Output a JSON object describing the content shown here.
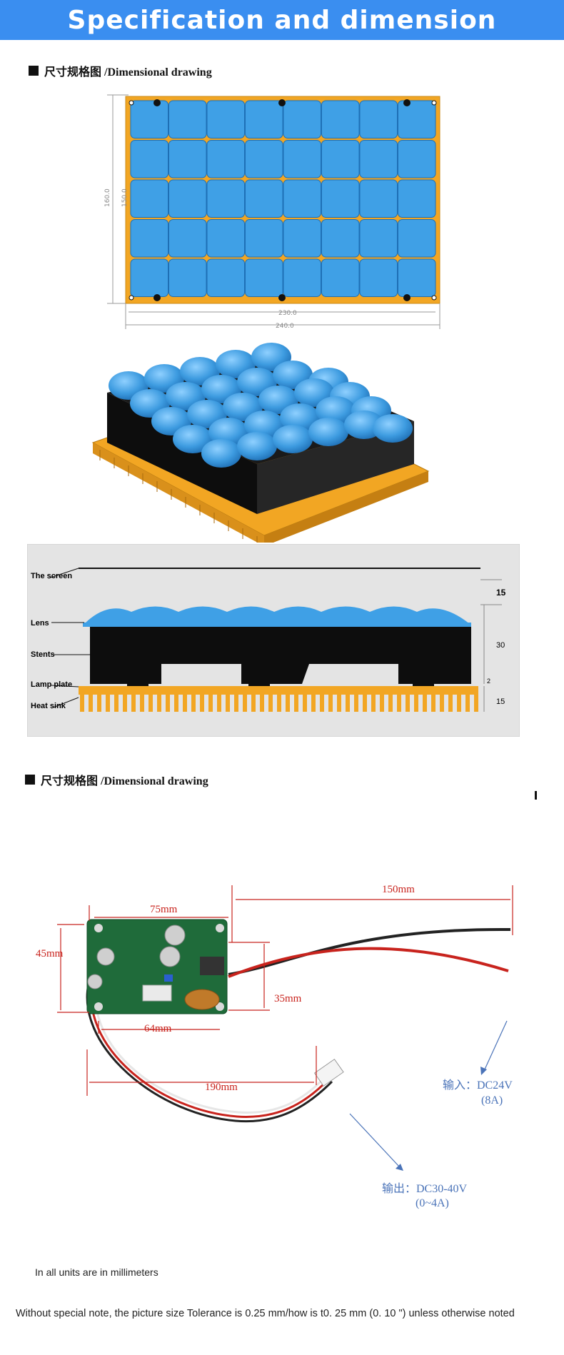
{
  "banner": {
    "title": "Specification and dimension"
  },
  "section1": {
    "title": "尺寸规格图 /Dimensional drawing"
  },
  "drawing_top": {
    "width_inner": "230.0",
    "width_outer": "240.0",
    "height_outer": "160.0",
    "height_inner": "150.0"
  },
  "side_view": {
    "labels": [
      "The screen",
      "Lens",
      "Stents",
      "Lamp plate",
      "Heat sink"
    ],
    "dims": [
      "15",
      "30",
      "2",
      "15"
    ]
  },
  "section2": {
    "title": "尺寸规格图 /Dimensional drawing"
  },
  "driver": {
    "dim_150": "150mm",
    "dim_75": "75mm",
    "dim_45": "45mm",
    "dim_35": "35mm",
    "dim_64": "64mm",
    "dim_190": "190mm",
    "input_label": "输入：DC24V",
    "input_current": "(8A)",
    "output_label": "输出：DC30-40V",
    "output_current": "(0~4A)"
  },
  "notes": {
    "units": "In all units are in millimeters",
    "tolerance": "Without special note, the picture size Tolerance is 0.25 mm/how is t0. 25 mm (0. 10 \") unless otherwise noted"
  },
  "colors": {
    "banner": "#3a8ef0",
    "lens": "#3fa0e6",
    "frame": "#f2a623",
    "dimension_red": "#c8231d",
    "annotation_blue": "#4a73b8"
  }
}
